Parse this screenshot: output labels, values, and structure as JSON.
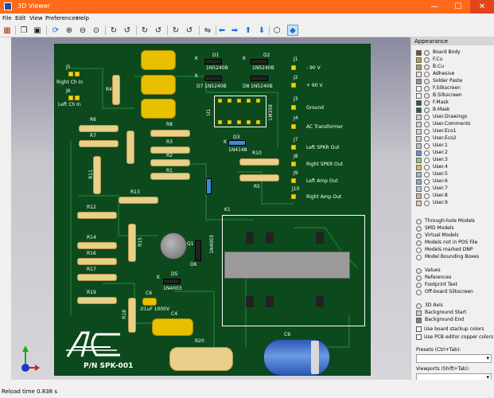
{
  "window": {
    "title": "3D Viewer",
    "minimize": "—",
    "maximize": "☐",
    "close": "✕"
  },
  "menu": [
    "File",
    "Edit",
    "View",
    "Preferences",
    "Help"
  ],
  "panel": {
    "header": "Appearance",
    "layers": [
      {
        "label": "Board Body",
        "color": "#5a5a32"
      },
      {
        "label": "F.Cu",
        "color": "#b8a040"
      },
      {
        "label": "B.Cu",
        "color": "#b8a040"
      },
      {
        "label": "Adhesive",
        "color": "#e0e0e0"
      },
      {
        "label": "Solder Paste",
        "color": "#909090"
      },
      {
        "label": "F.Silkscreen",
        "color": "#f0f0f0"
      },
      {
        "label": "B.Silkscreen",
        "color": "#f0f0f0"
      },
      {
        "label": "F.Mask",
        "color": "#2e5a3a"
      },
      {
        "label": "B.Mask",
        "color": "#2e5a3a"
      },
      {
        "label": "User.Drawings",
        "color": "#d0d0d0"
      },
      {
        "label": "User.Comments",
        "color": "#d0d0d0"
      },
      {
        "label": "User.Eco1",
        "color": "#d0d0d0"
      },
      {
        "label": "User.Eco2",
        "color": "#d0d0d0"
      },
      {
        "label": "User.1",
        "color": "#c0c0c0"
      },
      {
        "label": "User.2",
        "color": "#5b8fd0"
      },
      {
        "label": "User.3",
        "color": "#9fbf78"
      },
      {
        "label": "User.4",
        "color": "#d8c060"
      },
      {
        "label": "User.5",
        "color": "#b0b0b0"
      },
      {
        "label": "User.6",
        "color": "#7ab0c8"
      },
      {
        "label": "User.7",
        "color": "#a8d0e0"
      },
      {
        "label": "User.8",
        "color": "#c8b890"
      },
      {
        "label": "User.9",
        "color": "#e0c8a0"
      }
    ],
    "objects": [
      "Through-hole Models",
      "SMD Models",
      "Virtual Models",
      "Models not in POS File",
      "Models marked DNP",
      "Model Bounding Boxes"
    ],
    "objects2": [
      "Values",
      "References",
      "Footprint Text",
      "Off-board Silkscreen"
    ],
    "objects3": [
      "3D Axis",
      "Background Start",
      "Background End"
    ],
    "checkboxes": [
      "Use board stackup colors",
      "Use PCB editor copper colors"
    ],
    "presets_label": "Presets (Ctrl+Tab):",
    "viewports_label": "Viewports (Shift+Tab):"
  },
  "status": {
    "text": "Reload time 0.838 s"
  },
  "board": {
    "part_number": "P/N SPK-001",
    "logo": "AE",
    "labels": {
      "J5": "J5",
      "right_ch_in": "Right Ch In",
      "J6": "J6",
      "left_ch_in": "Left Ch In",
      "J1": "J1",
      "minus90": "- 90 V",
      "J2": "J2",
      "plus90": "+ 90 V",
      "J3": "J3",
      "ground": "Ground",
      "J4": "J4",
      "ac_transformer": "AC Transformer",
      "J7": "J7",
      "left_spkr": "Left SPKR Out",
      "J8": "J8",
      "right_spkr": "Right SPKR Out",
      "J9": "J9",
      "left_amp": "Left Amp Out",
      "J10": "J10",
      "right_amp": "Right Amp Out",
      "R4": "R4",
      "R6": "R6",
      "R7": "R7",
      "R8": "R8",
      "R3": "R3",
      "R2": "R2",
      "R1": "R1",
      "R11": "R11",
      "R13": "R13",
      "R12": "R12",
      "R10": "R10",
      "R5": "R5",
      "R14": "R14",
      "R15": "R15",
      "R16": "R16",
      "R17": "R17",
      "R19": "R19",
      "R18": "R18",
      "R20": "R20",
      "D1": "D1",
      "D2": "D2",
      "D7": "D7",
      "D8": "D8",
      "D3": "D3",
      "D5": "D5",
      "D6": "D6",
      "D1val": "1N5240B",
      "D2val": "1N5240B",
      "D7val": "1N5240B",
      "D8val": "1N5240B",
      "D3val": "1N4148",
      "D5val": "1N4003",
      "D6val": "1N4003",
      "U1": "U1",
      "U1val": "LM359",
      "K1": "K1",
      "Q1": "Q1",
      "C4": "C4",
      "C6": "C6",
      "C6val": ".01uF 1000V",
      "C9": "C9",
      "k1": "K",
      "k2": "K",
      "k3": "K",
      "k4": "K",
      "k5": "K"
    }
  }
}
